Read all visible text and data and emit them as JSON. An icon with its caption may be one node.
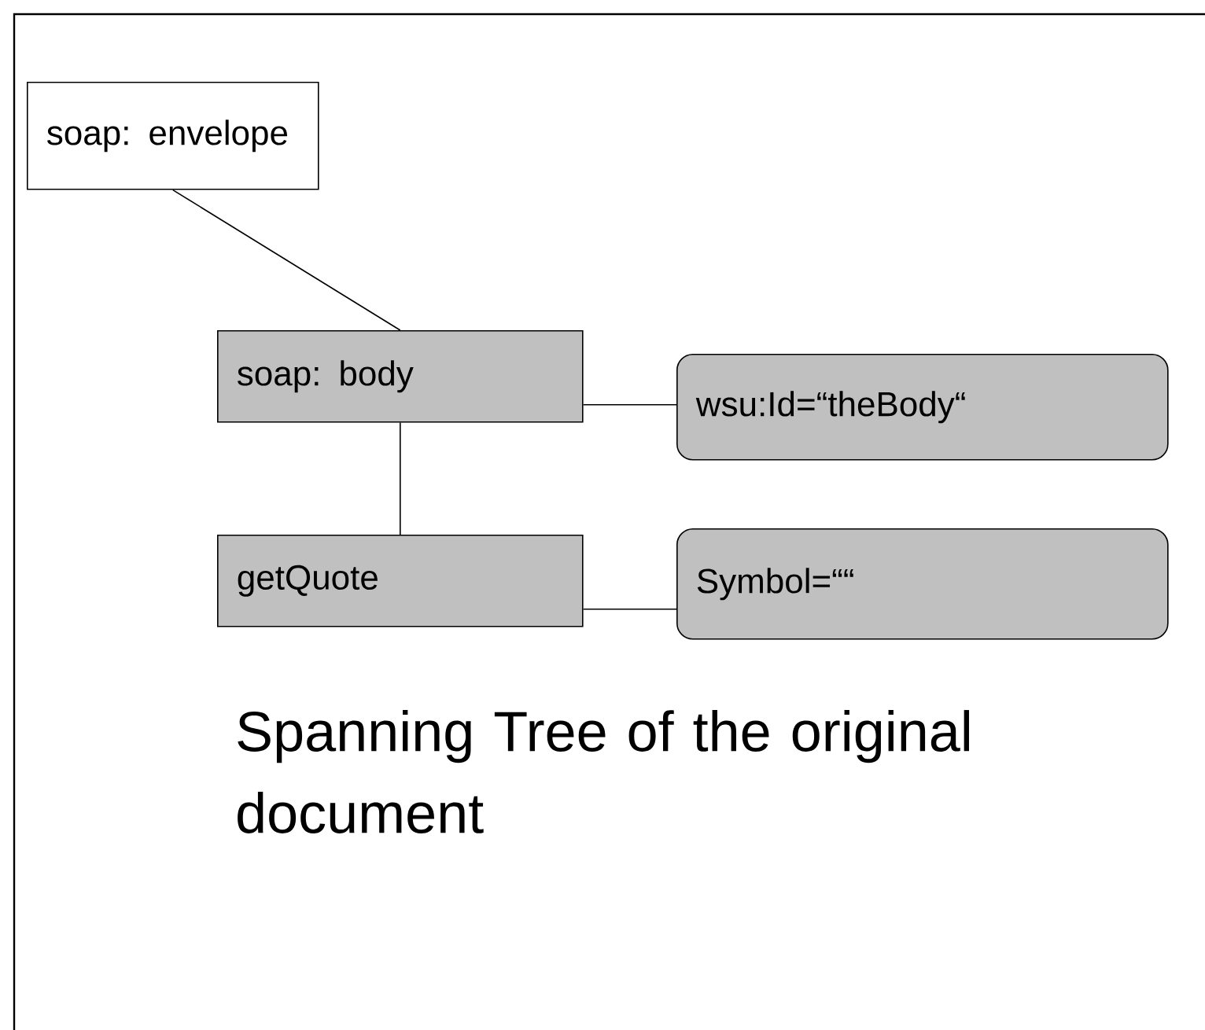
{
  "diagram": {
    "caption": "Spanning Tree of the original document",
    "nodes": [
      {
        "text": [
          "soap: envelope"
        ]
      },
      {
        "text": [
          "soap: body"
        ]
      },
      {
        "text": [
          "wsu:Id=“theBody“"
        ]
      },
      {
        "text": [
          "getQuote"
        ]
      },
      {
        "text": [
          "Symbol=““"
        ]
      }
    ],
    "edges": [
      {
        "from": 0,
        "to": 1,
        "arrow": "none"
      },
      {
        "from": 1,
        "to": 2,
        "arrow": "none"
      },
      {
        "from": 1,
        "to": 3,
        "arrow": "none"
      },
      {
        "from": 3,
        "to": 4,
        "arrow": "none"
      }
    ]
  }
}
